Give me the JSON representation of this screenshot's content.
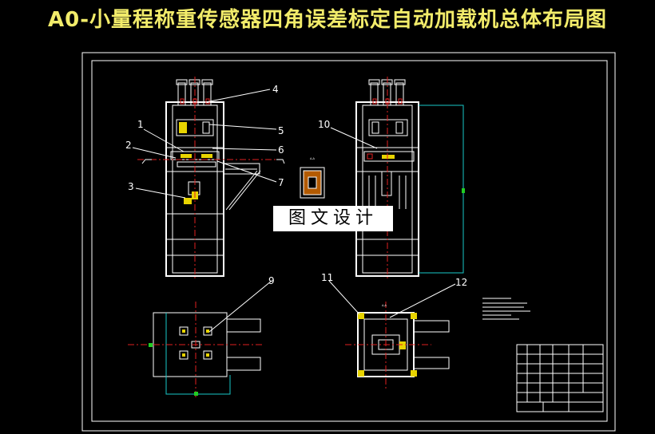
{
  "title": "A0-小量程称重传感器四角误差标定自动加载机总体布局图",
  "watermark": "图文设计",
  "colors": {
    "background": "#000000",
    "title": "#f2ec6a",
    "frame": "#ffffff",
    "cyan": "#19c8c8",
    "red": "#e02020",
    "yellow": "#e8d400",
    "green": "#22cc22"
  },
  "callouts": [
    "1",
    "2",
    "3",
    "4",
    "5",
    "6",
    "7",
    "9",
    "10",
    "11",
    "12"
  ]
}
